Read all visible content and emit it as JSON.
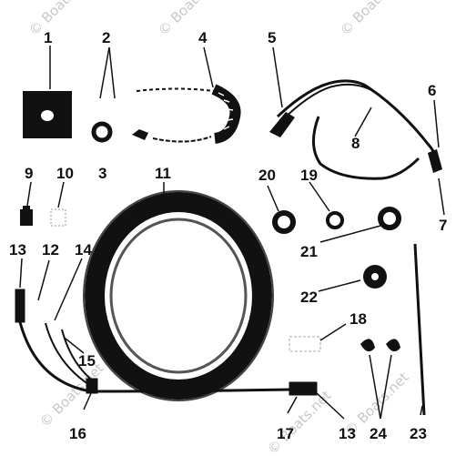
{
  "watermarks": [
    "© Boats.net",
    "© Boats.net",
    "© Boats.net",
    "© Boats.net",
    "© Boats.net",
    "© Boats.net"
  ],
  "callouts": [
    "1",
    "2",
    "3",
    "4",
    "5",
    "6",
    "7",
    "8",
    "9",
    "10",
    "11",
    "12",
    "13",
    "13",
    "14",
    "15",
    "16",
    "17",
    "18",
    "19",
    "20",
    "21",
    "22",
    "23",
    "24"
  ],
  "colors": {
    "ink": "#111111",
    "paper": "#ffffff",
    "watermark": "#c8c8c8"
  }
}
